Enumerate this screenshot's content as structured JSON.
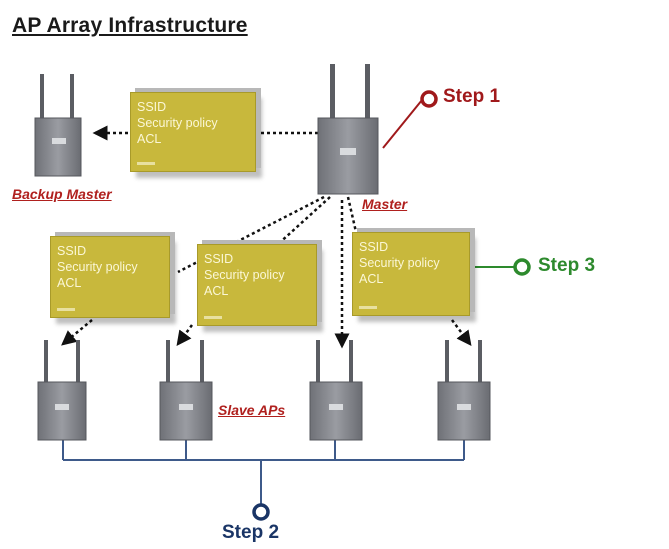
{
  "title": "AP Array Infrastructure",
  "steps": {
    "step1": "Step 1",
    "step2": "Step 2",
    "step3": "Step 3"
  },
  "labels": {
    "backup_master": "Backup Master",
    "master": "Master",
    "slave_aps": "Slave APs"
  },
  "config_card": {
    "ssid": "SSID",
    "security_policy": "Security policy",
    "acl": "ACL"
  },
  "colors": {
    "step1": "#a0191b",
    "step2": "#1a3566",
    "step3": "#2d8a2d",
    "card_fill": "#c8b83c",
    "label_red": "#b0201e",
    "ap_body": "#8a8c92",
    "bus_line": "#3e5a8a"
  }
}
